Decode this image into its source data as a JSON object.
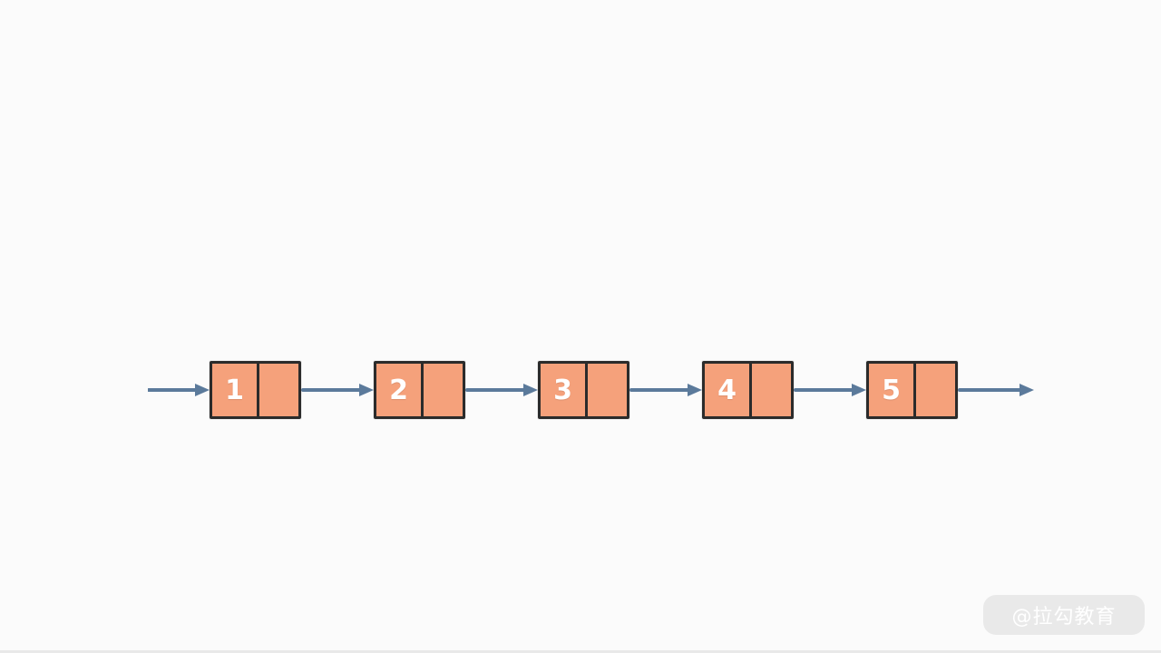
{
  "diagram": {
    "type": "singly-linked-list",
    "title": "",
    "nodes": [
      {
        "value": "1"
      },
      {
        "value": "2"
      },
      {
        "value": "3"
      },
      {
        "value": "4"
      },
      {
        "value": "5"
      }
    ],
    "colors": {
      "node_fill": "#f5a17b",
      "node_border": "#2b2b2b",
      "arrow": "#5b7a9b",
      "background": "#fbfbfb",
      "value_text": "#ffffff"
    }
  },
  "watermark": {
    "text": "@拉勾教育",
    "background": "#e9e9e9",
    "foreground": "#ffffff"
  }
}
